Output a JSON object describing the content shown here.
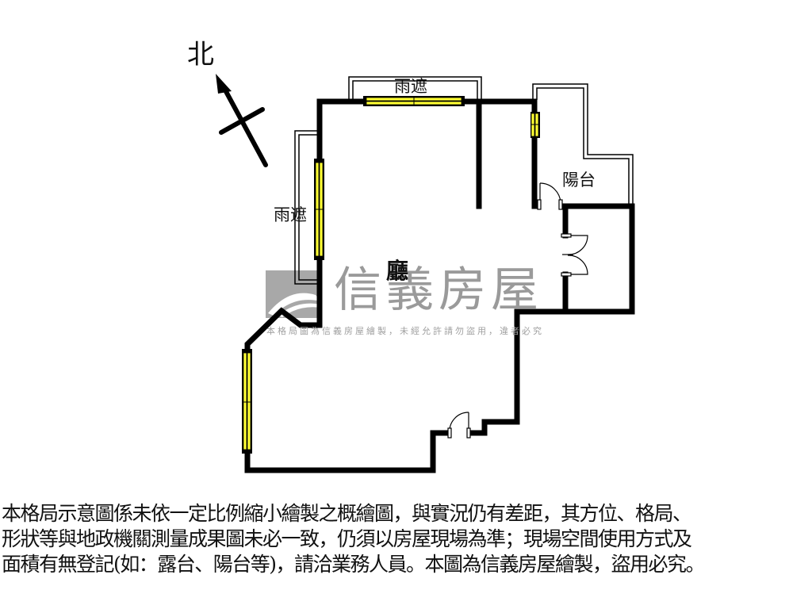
{
  "compass": {
    "label": "北",
    "icon": "north-arrow-icon"
  },
  "rooms": {
    "living_room": "廳",
    "balcony": "陽台",
    "canopy_top": "雨遮",
    "canopy_left": "雨遮"
  },
  "watermark": {
    "brand": "信義房屋",
    "notice": "本格局圖為信義房屋繪製，未經允許請勿盜用，違者必究"
  },
  "colors": {
    "wall": "#000000",
    "window_fill": "#ffff33",
    "watermark": "#9a9a9a",
    "background": "#ffffff"
  },
  "disclaimer": {
    "lines": [
      "本格局示意圖係未依一定比例縮小繪製之概繪圖，與實況仍有差距，其方位、格局、",
      "形狀等與地政機關測量成果圖未必一致，仍須以房屋現場為準；現場空間使用方式及",
      "面積有無登記(如：露台、陽台等)，請洽業務人員。本圖為信義房屋繪製，盜用必究。"
    ]
  }
}
